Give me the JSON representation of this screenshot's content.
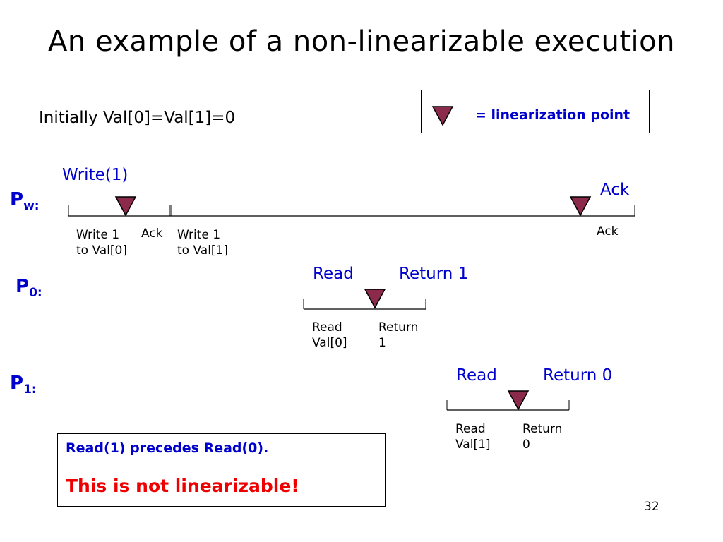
{
  "title": "An example of a non-linearizable execution",
  "initial": "Initially Val[0]=Val[1]=0",
  "legend": {
    "text": "= linearization point"
  },
  "processes": {
    "pw": {
      "label_main": "P",
      "label_sub": "w:"
    },
    "p0": {
      "label_main": "P",
      "label_sub": "0:"
    },
    "p1": {
      "label_main": "P",
      "label_sub": "1:"
    }
  },
  "pw": {
    "op_start": "Write(1)",
    "op_end": "Ack",
    "step1_line1": "Write 1",
    "step1_line2": "to Val[0]",
    "step2": "Ack",
    "step3_line1": "Write 1",
    "step3_line2": "to Val[1]",
    "step4": "Ack"
  },
  "p0": {
    "op_start": "Read",
    "op_end": "Return 1",
    "step1_line1": "Read",
    "step1_line2": "Val[0]",
    "step2_line1": "Return",
    "step2_line2": "1"
  },
  "p1": {
    "op_start": "Read",
    "op_end": "Return 0",
    "step1_line1": "Read",
    "step1_line2": "Val[1]",
    "step2_line1": "Return",
    "step2_line2": "0"
  },
  "note": {
    "line1": "Read(1)  precedes Read(0).",
    "line2": "This is not linearizable!"
  },
  "page_number": "32",
  "colors": {
    "accent_blue": "#0000cc",
    "alert_red": "#ee0000",
    "marker_fill": "#8b2a4a"
  }
}
